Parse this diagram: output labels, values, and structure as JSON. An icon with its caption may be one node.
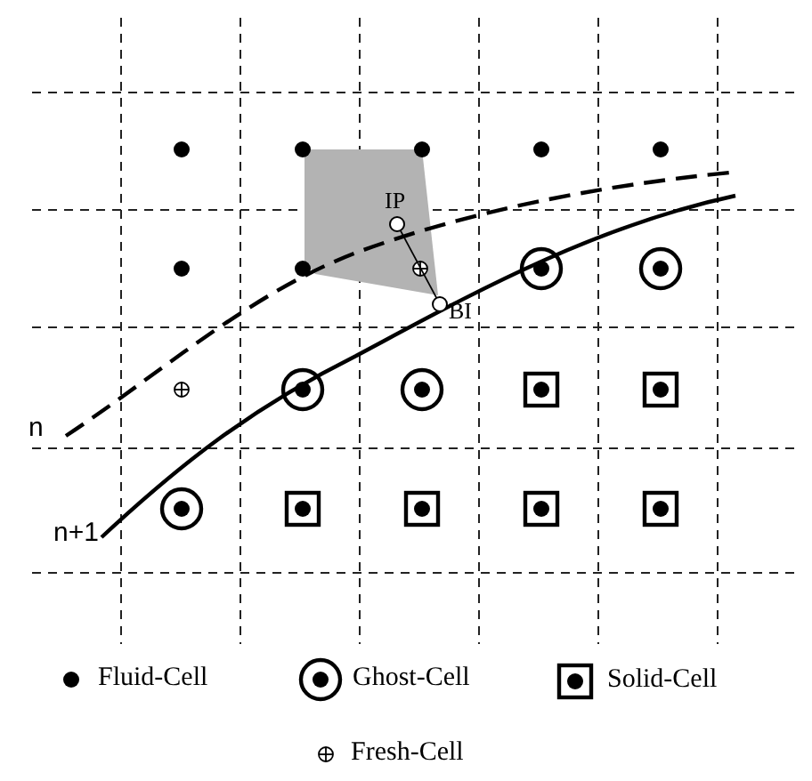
{
  "diagram": {
    "nodes": [
      {
        "text": [
          "IP"
        ]
      },
      {
        "text": [
          "BI"
        ]
      }
    ],
    "edges": [
      {
        "from": 0,
        "to": 1,
        "arrow": "none"
      }
    ],
    "labels": [
      "n",
      "n+1"
    ],
    "legend": [
      {
        "text": "Fluid-Cell"
      },
      {
        "text": "Ghost-Cell"
      },
      {
        "text": "Solid-Cell"
      },
      {
        "text": "Fresh-Cell"
      }
    ]
  }
}
